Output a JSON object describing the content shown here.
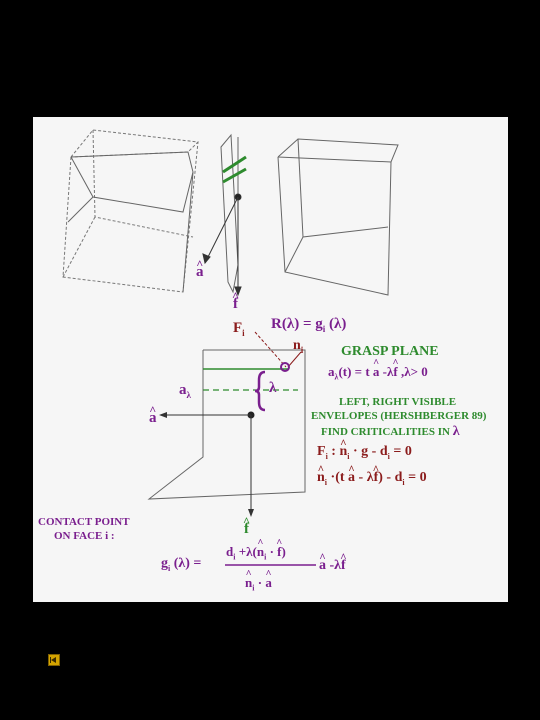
{
  "labels": {
    "a_hat_top": "a",
    "f_hat_top": "f",
    "F_i": "F",
    "F_i_sub": "i",
    "R_eq": "R(λ) = g",
    "R_eq_sub": "i",
    "R_eq_tail": " (λ)",
    "n_i": "n",
    "n_i_sub": "i",
    "grasp_plane": "GRASP PLANE",
    "grasp_eq": "a",
    "grasp_eq_sub": "λ",
    "grasp_eq_tail": "(t) = t",
    "grasp_eq_a": "a",
    "grasp_eq_mid": " -λ",
    "grasp_eq_f": "f",
    "grasp_eq_end": " ,λ> 0",
    "a_lambda": "a",
    "a_lambda_sub": "λ",
    "lambda_brace": "λ",
    "a_hat_mid": "a",
    "f_hat_bottom": "f",
    "envelopes_line1": "LEFT, RIGHT VISIBLE",
    "envelopes_line2": "ENVELOPES (HERSHBERGER 89)",
    "envelopes_line3": "FIND CRITICALITIES IN",
    "envelopes_lambda": "λ",
    "eq1_F": "F",
    "eq1_F_sub": "i",
    "eq1_colon": " :",
    "eq1_n": "n",
    "eq1_n_sub": "i",
    "eq1_tail": " · g - d",
    "eq1_d_sub": "i",
    "eq1_end": " = 0",
    "eq2_n": "n",
    "eq2_n_sub": "i",
    "eq2_mid": " ·(t",
    "eq2_a": "a",
    "eq2_mid2": " - λ",
    "eq2_f": "f",
    "eq2_tail": ") - d",
    "eq2_d_sub": "i",
    "eq2_end": " = 0",
    "contact_line1": "CONTACT POINT",
    "contact_line2": "ON FACE i :",
    "g_lhs": "g",
    "g_lhs_sub": "i",
    "g_lhs_tail": " (λ) =",
    "num_d": "d",
    "num_d_sub": "i",
    "num_plus": " +λ(",
    "num_n": "n",
    "num_n_sub": "i",
    "num_dot": " · ",
    "num_f": "f",
    "num_close": ")",
    "den_n": "n",
    "den_n_sub": "i",
    "den_dot": " · ",
    "den_a": "a",
    "rhs_a": "a",
    "rhs_mid": " -λ",
    "rhs_f": "f"
  },
  "colors": {
    "purple": "#7a1f8e",
    "green": "#2e8b2e",
    "maroon": "#8b1c1c",
    "line": "#555555"
  },
  "nav": {
    "icon": "back-arrow-icon"
  }
}
